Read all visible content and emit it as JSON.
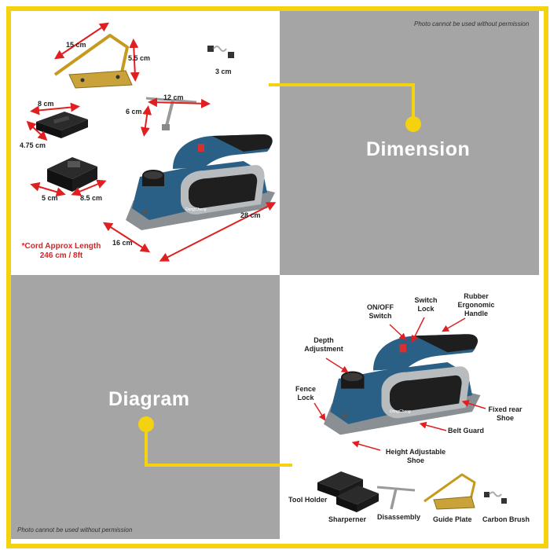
{
  "permission_notice": "Photo cannot be used without permission",
  "sections": {
    "dimension_title": "Dimension",
    "diagram_title": "Diagram"
  },
  "dimensions": {
    "guide_width": "15 cm",
    "guide_height": "5.5 cm",
    "brush_size": "3 cm",
    "block1_width": "8 cm",
    "block1_depth": "4.75 cm",
    "wrench_width": "12 cm",
    "wrench_height": "6 cm",
    "block2_width": "5 cm",
    "block2_depth": "8.5 cm",
    "planer_length": "28 cm",
    "planer_width": "16 cm",
    "cord_line1": "*Cord Approx Length",
    "cord_line2": "246 cm / 8ft"
  },
  "diagram_labels": {
    "on_off_1": "ON/OFF",
    "on_off_2": "Switch",
    "switch_lock_1": "Switch",
    "switch_lock_2": "Lock",
    "rubber_1": "Rubber",
    "rubber_2": "Ergonomic",
    "rubber_3": "Handle",
    "depth_1": "Depth",
    "depth_2": "Adjustment",
    "fence_1": "Fence",
    "fence_2": "Lock",
    "fixed_1": "Fixed rear",
    "fixed_2": "Shoe",
    "belt_guard": "Belt Guard",
    "height_1": "Height Adjustable",
    "height_2": "Shoe"
  },
  "accessories": {
    "tool_holder": "Tool Holder",
    "sharpener": "Sharperner",
    "disassembly": "Disassembly",
    "guide_plate": "Guide Plate",
    "carbon_brush": "Carbon Brush"
  },
  "brand_text": "DongCheng",
  "colors": {
    "border": "#f4d20f",
    "gray": "#a5a5a5",
    "planer_blue": "#2a5f86",
    "arrow_red": "#e02020"
  }
}
